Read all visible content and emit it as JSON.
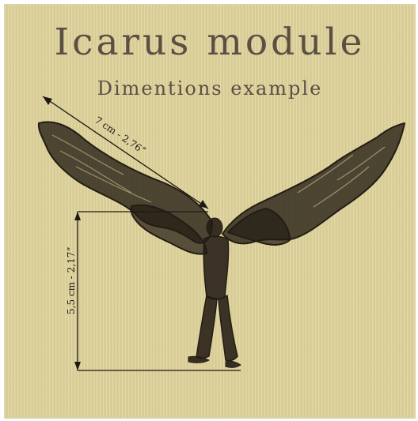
{
  "title": "Icarus module",
  "subtitle": "Dimentions example",
  "dimensions": {
    "wing_span_label": "7 cm - 2,76ˮ",
    "height_label": "5,5 cm - 2,17ˮ"
  },
  "colors": {
    "background": "#ddd198",
    "title_text": "#5b4f44",
    "sculpture": "#241d14"
  }
}
